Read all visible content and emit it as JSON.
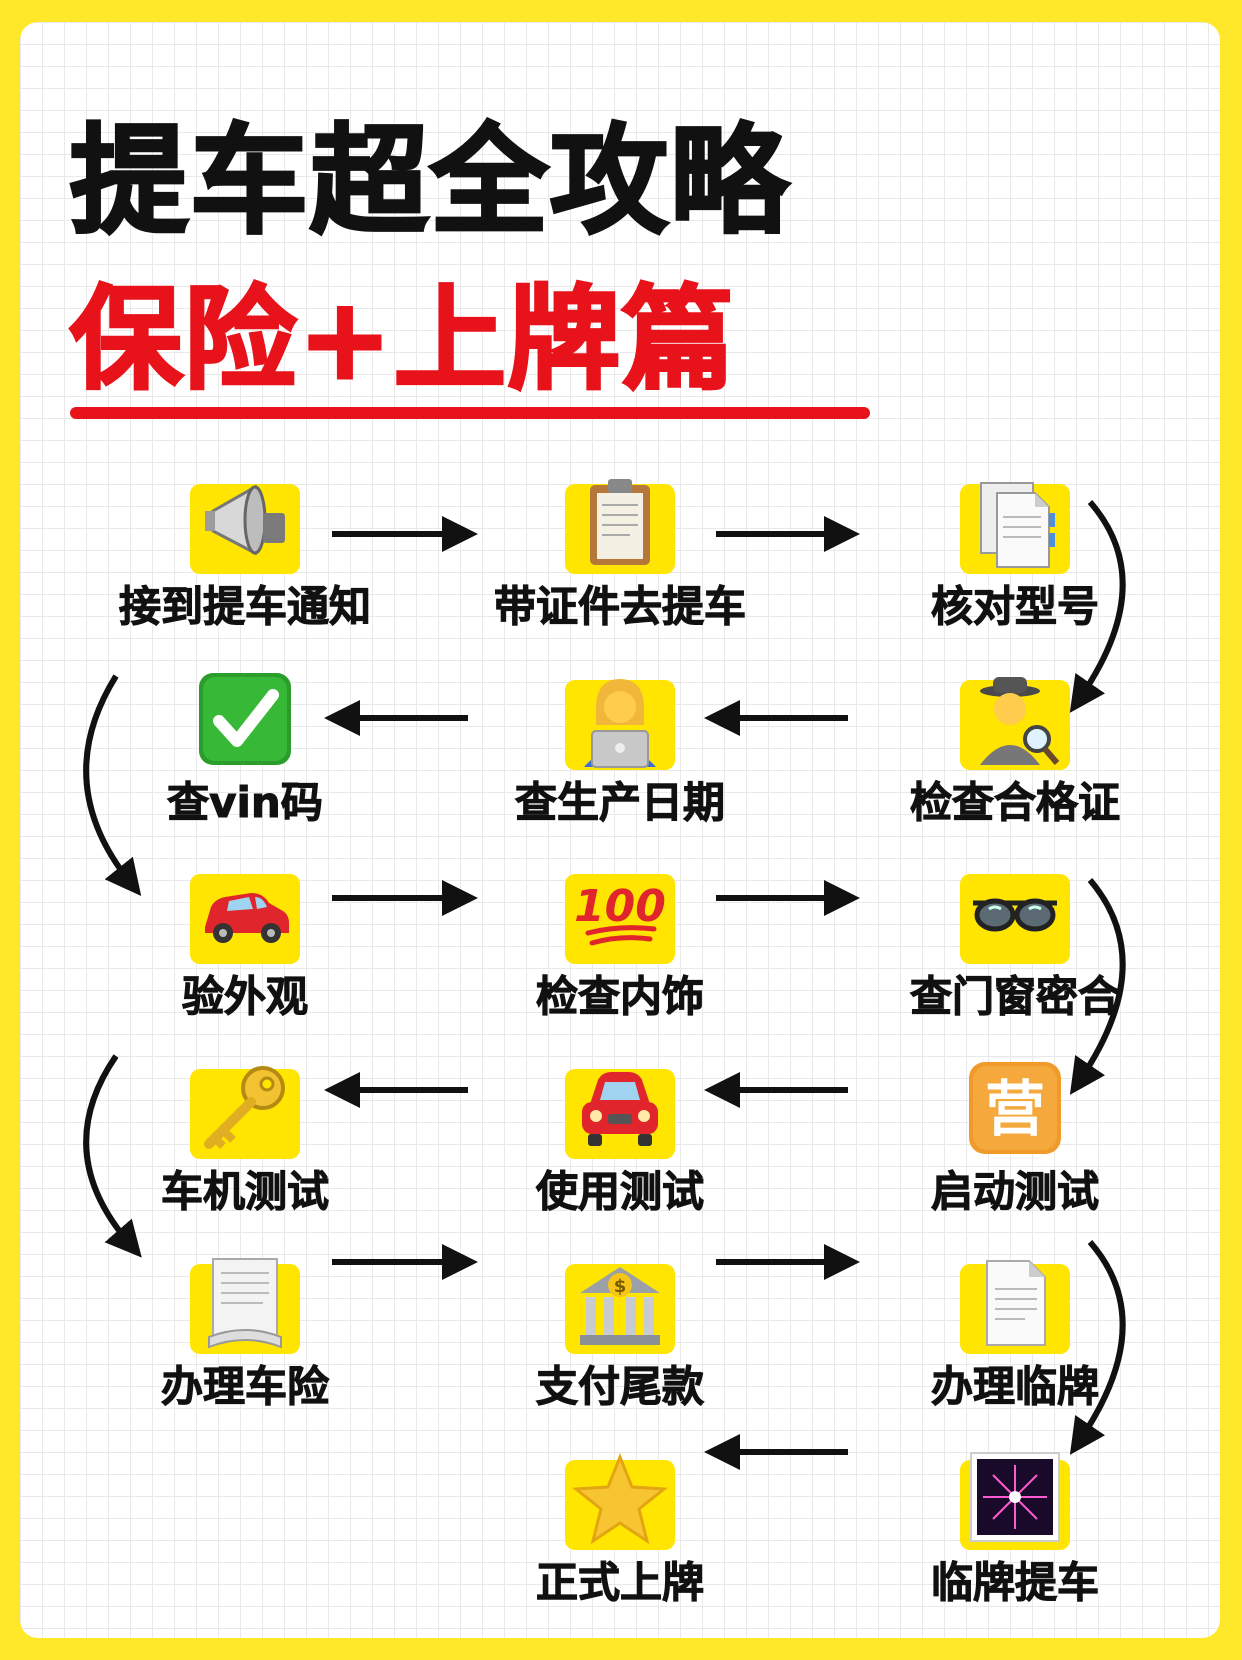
{
  "title": "提车超全攻略",
  "subtitle": "保险+上牌篇",
  "colors": {
    "background": "#FFE82A",
    "accent_red": "#e8121a",
    "icon_bg": "#FFE500"
  },
  "steps": [
    {
      "label": "接到提车通知",
      "icon": "megaphone-icon"
    },
    {
      "label": "带证件去提车",
      "icon": "clipboard-icon"
    },
    {
      "label": "核对型号",
      "icon": "documents-icon"
    },
    {
      "label": "检查合格证",
      "icon": "detective-icon"
    },
    {
      "label": "查生产日期",
      "icon": "laptop-worker-icon"
    },
    {
      "label": "查vin码",
      "icon": "check-mark-icon"
    },
    {
      "label": "验外观",
      "icon": "red-car-icon"
    },
    {
      "label": "检查内饰",
      "icon": "hundred-points-icon"
    },
    {
      "label": "查门窗密合",
      "icon": "sunglasses-icon"
    },
    {
      "label": "启动测试",
      "icon": "ying-button-icon"
    },
    {
      "label": "使用测试",
      "icon": "car-front-icon"
    },
    {
      "label": "车机测试",
      "icon": "key-icon"
    },
    {
      "label": "办理车险",
      "icon": "scroll-icon"
    },
    {
      "label": "支付尾款",
      "icon": "bank-icon"
    },
    {
      "label": "办理临牌",
      "icon": "page-icon"
    },
    {
      "label": "临牌提车",
      "icon": "fireworks-icon"
    },
    {
      "label": "正式上牌",
      "icon": "star-icon"
    }
  ]
}
